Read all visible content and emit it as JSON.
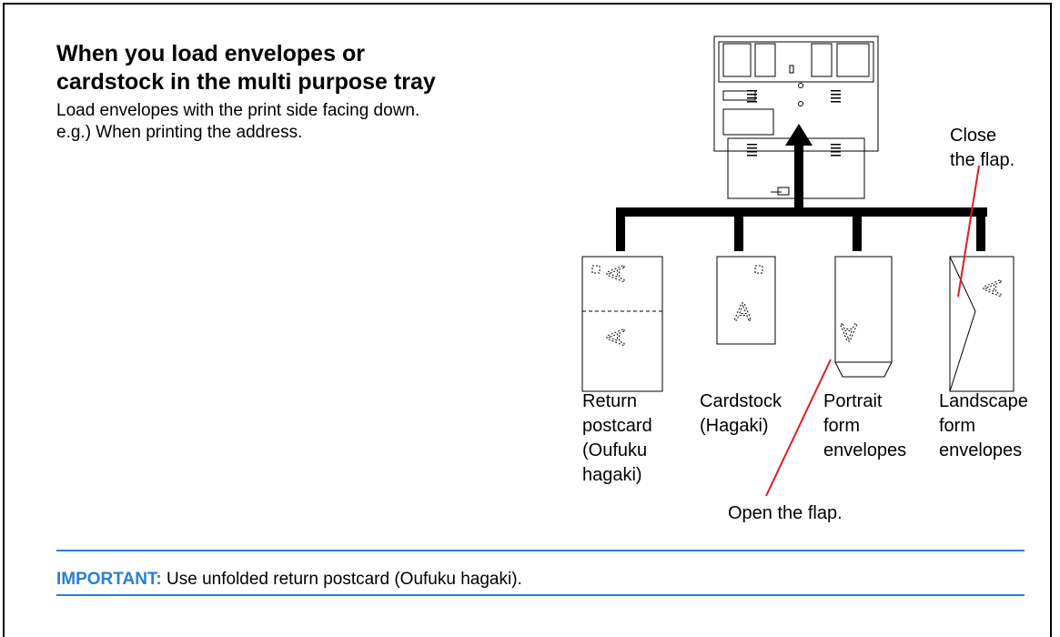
{
  "heading": {
    "line1": "When you load envelopes or",
    "line2": "cardstock in the multi purpose tray"
  },
  "intro": {
    "line1": "Load envelopes with the print side facing down.",
    "line2": "e.g.) When printing the address."
  },
  "callouts": {
    "close": [
      "Close",
      "the flap."
    ],
    "open": "Open the flap."
  },
  "media_labels": {
    "return_postcard": [
      "Return",
      "postcard",
      "(Oufuku",
      "hagaki)"
    ],
    "cardstock": [
      "Cardstock",
      "(Hagaki)"
    ],
    "portrait": [
      "Portrait",
      "form",
      "envelopes"
    ],
    "landscape": [
      "Landscape",
      "form",
      "envelopes"
    ]
  },
  "card_glyph": "A",
  "important": {
    "tag": "IMPORTANT:",
    "text": " Use unfolded return postcard (Oufuku hagaki)."
  },
  "colors": {
    "accent": "#2a7fd4",
    "callout_line": "#e21b22"
  }
}
